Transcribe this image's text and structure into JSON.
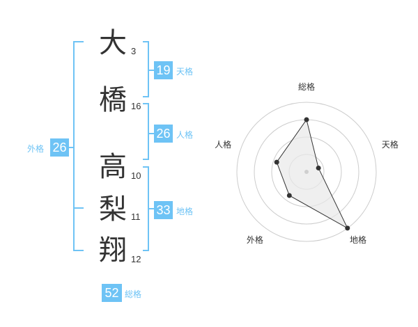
{
  "colors": {
    "accent": "#6ec3f5",
    "accent_text": "#6ec3f5",
    "text": "#333333",
    "radar_grid": "#cccccc",
    "radar_fill": "#e8e8e8"
  },
  "name": {
    "surname": [
      {
        "char": "大",
        "strokes": "3"
      },
      {
        "char": "橋",
        "strokes": "16"
      }
    ],
    "given": [
      {
        "char": "高",
        "strokes": "10"
      },
      {
        "char": "梨",
        "strokes": "11"
      },
      {
        "char": "翔",
        "strokes": "12"
      }
    ]
  },
  "grades": {
    "tenkaku": {
      "value": "19",
      "label": "天格"
    },
    "jinkaku": {
      "value": "26",
      "label": "人格"
    },
    "chikaku": {
      "value": "33",
      "label": "地格"
    },
    "gaikaku": {
      "value": "26",
      "label": "外格"
    },
    "soukaku": {
      "value": "52",
      "label": "総格"
    }
  },
  "radar": {
    "axes": [
      "総格",
      "天格",
      "地格",
      "外格",
      "人格"
    ],
    "values": [
      0.75,
      0.18,
      1.0,
      0.42,
      0.45
    ],
    "max": 1.0,
    "rings": 4
  }
}
